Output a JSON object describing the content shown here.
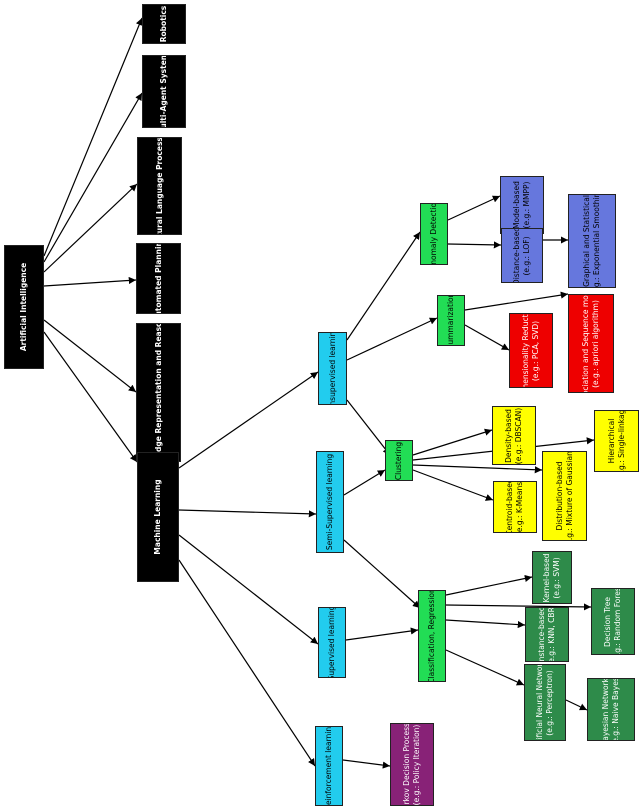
{
  "nodes": {
    "ai": "Artificial Intelligence",
    "robotics": "Robotics",
    "mas": "Multi-Agent Systems",
    "nlp": "Natural Language Processing",
    "planning": "Automated Planning",
    "krr": "Knowledge Representation  and Reasoning",
    "ml": "Machine Learning",
    "unsup": "Unsupervised learning",
    "semisup": "Semi-Supervised learning",
    "sup": "Supervised learning",
    "rl": "Reinforcement learning",
    "anomaly": "Anomaly Detection",
    "summ": "Summarization",
    "clustering": "Clustering",
    "classreg": "Classification, Regression",
    "model_based": [
      "Model-based",
      "(e.g.: MMPP)"
    ],
    "distance_based": [
      "Distance-based",
      "(e.g.: LOF)"
    ],
    "graphical": [
      "Graphical and Statistical",
      "(e.g.: Exponential Smoothing)"
    ],
    "dimred": [
      "Dimensionality Reduction",
      "(e.g.: PCA, SVD)"
    ],
    "assoc": [
      "Association and Sequence models",
      "(e.g.: apriori algorithm)"
    ],
    "density": [
      "Density-based",
      "(e.g.: DBSCAN)"
    ],
    "hier": [
      "Hierarchical",
      "(e.g.: Single-linkage)"
    ],
    "distribution": [
      "Distribution-based",
      "(e.g.: Mixture of Gaussians)"
    ],
    "centroid": [
      "Centroid-based",
      "(e.g.: K-Means)"
    ],
    "kernel": [
      "Kernel-based",
      "(e.g.: SVM)"
    ],
    "instance": [
      "Instance-based",
      "(e.g.: KNN, CBR)"
    ],
    "dtree": [
      "Decision Tree",
      "(e.g.: Random Forest)"
    ],
    "ann": [
      "Artificial Neural Networks",
      "(e.g.: Perceptron)"
    ],
    "bayes": [
      "Bayesian Networks",
      "(e.g.: Naive Bayes)"
    ],
    "mdp": [
      "Markov Decision Processes",
      "(e.g.: Policy Iteration)"
    ]
  },
  "colors": {
    "black": "#000000",
    "cyan": "#22ccee",
    "green": "#22dd55",
    "blue": "#6677dd",
    "red": "#ee0000",
    "yellow": "#ffff00",
    "dark_green": "#2e8b4a",
    "purple": "#882277"
  }
}
